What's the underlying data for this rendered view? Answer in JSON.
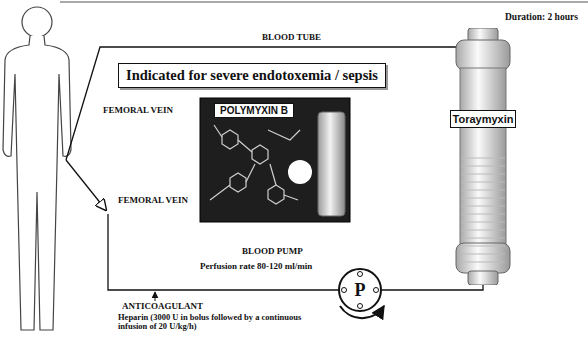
{
  "diagram": {
    "nodes": [
      {
        "text": [
          "Indicated for severe endotoxemia / sepsis"
        ]
      },
      {
        "text": [
          "POLYMYXIN B"
        ]
      },
      {
        "text": [
          "Toraymyxin"
        ]
      },
      {
        "text": [
          "P"
        ]
      }
    ],
    "edges": [
      {
        "from": 2,
        "to": 3,
        "arrow": "none"
      }
    ],
    "labels": [
      "Duration: 2 hours",
      "BLOOD TUBE",
      "FEMORAL VEIN",
      "FEMORAL VEIN",
      "BLOOD PUMP",
      "Perfusion rate 80-120 ml/min",
      "ANTICOAGULANT",
      "Heparin (3000 U in bolus followed by a continuous infusion of 20 U/kg/h)"
    ]
  }
}
